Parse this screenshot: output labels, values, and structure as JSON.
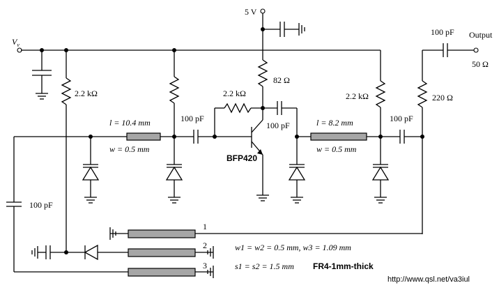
{
  "labels": {
    "supply_voltage": "5 V",
    "vv_main": "V",
    "vv_sub": "v",
    "output": "Output",
    "load": "50 Ω",
    "r_bias_left": "2.2 kΩ",
    "r_feedback": "2.2 kΩ",
    "r_collector": "82 Ω",
    "r_bias_right": "2.2 kΩ",
    "r_output": "220 Ω",
    "c_output": "100 pF",
    "c_input_coupling": "100 pF",
    "c_collector": "100 pF",
    "c_mid_coupling": "100 pF",
    "c_left_bottom": "100 pF",
    "line1_length": "l = 10.4 mm",
    "line1_width": "w = 0.5 mm",
    "line2_length": "l = 8.2 mm",
    "line2_width": "w = 0.5 mm",
    "transistor": "BFP420",
    "coupled_line_1": "1",
    "coupled_line_2": "2",
    "coupled_line_3": "3",
    "widths_note": "w1 = w2 = 0.5 mm, w3 = 1.09 mm",
    "spacing_note": "s1 = s2 = 1.5 mm",
    "substrate": "FR4-1mm-thick",
    "url": "http://www.qsl.net/va3iul"
  }
}
